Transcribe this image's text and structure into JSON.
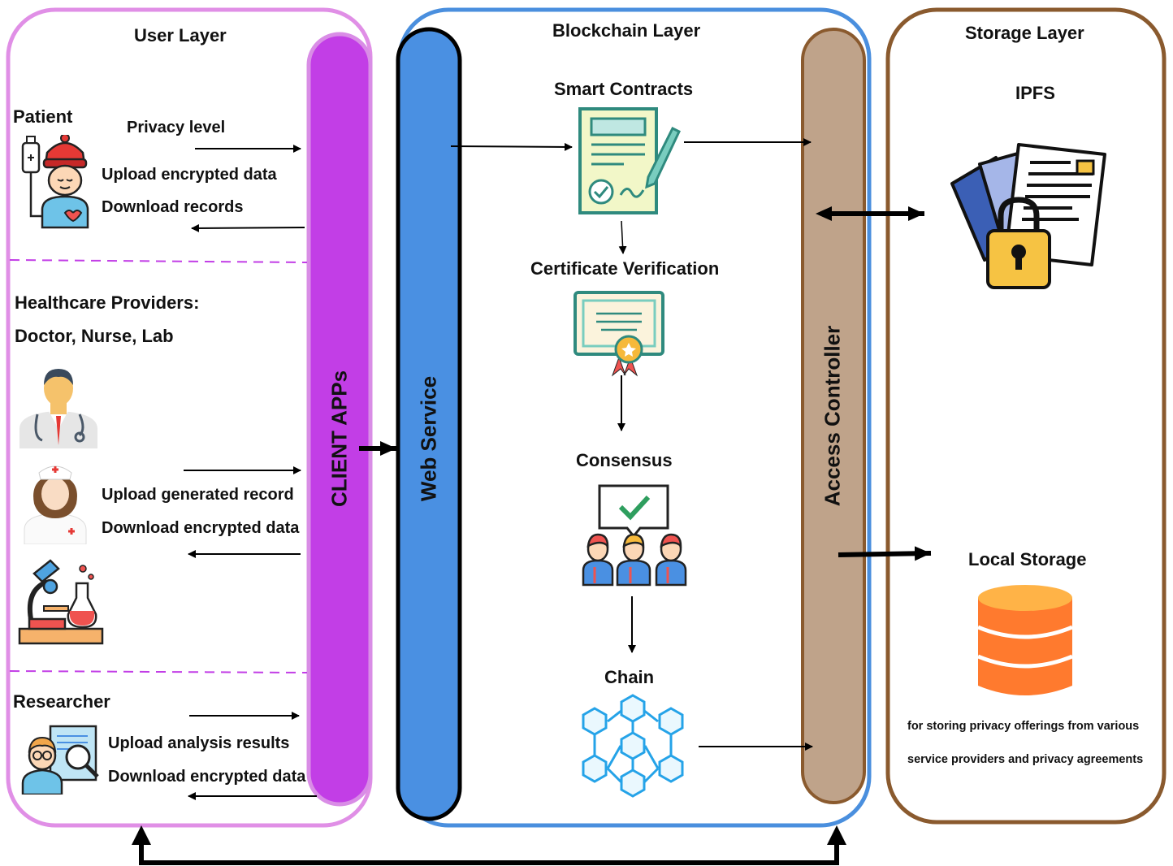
{
  "user_layer": {
    "title": "User Layer",
    "client_apps": "CLIENT APPs",
    "patient": {
      "title": "Patient",
      "actions": [
        "Privacy level",
        "Upload encrypted data",
        "Download records"
      ]
    },
    "providers": {
      "title": "Healthcare Providers:",
      "subtitle": "Doctor, Nurse, Lab",
      "actions": [
        "Upload generated record",
        "Download encrypted data"
      ]
    },
    "researcher": {
      "title": "Researcher",
      "actions": [
        "Upload analysis results",
        "Download encrypted data"
      ]
    }
  },
  "blockchain_layer": {
    "title": "Blockchain Layer",
    "web_service": "Web Service",
    "access_controller": "Access Controller",
    "steps": [
      "Smart Contracts",
      "Certificate Verification",
      "Consensus",
      "Chain"
    ]
  },
  "storage_layer": {
    "title": "Storage Layer",
    "ipfs": "IPFS",
    "local_storage": "Local Storage",
    "local_storage_note": [
      "for storing privacy offerings from various",
      "service providers and privacy agreements"
    ]
  },
  "colors": {
    "user_border": "#e08fe6",
    "client_apps_fill": "#c23ee6",
    "blockchain_border": "#4a8fde",
    "web_service_fill": "#4a90e2",
    "access_controller_fill": "#bfa38a",
    "storage_border": "#8a5a2e"
  },
  "icons": [
    "patient-icon",
    "doctor-icon",
    "nurse-icon",
    "lab-icon",
    "researcher-icon",
    "contract-icon",
    "certificate-icon",
    "consensus-icon",
    "chain-icon",
    "ipfs-documents-icon",
    "database-icon"
  ]
}
